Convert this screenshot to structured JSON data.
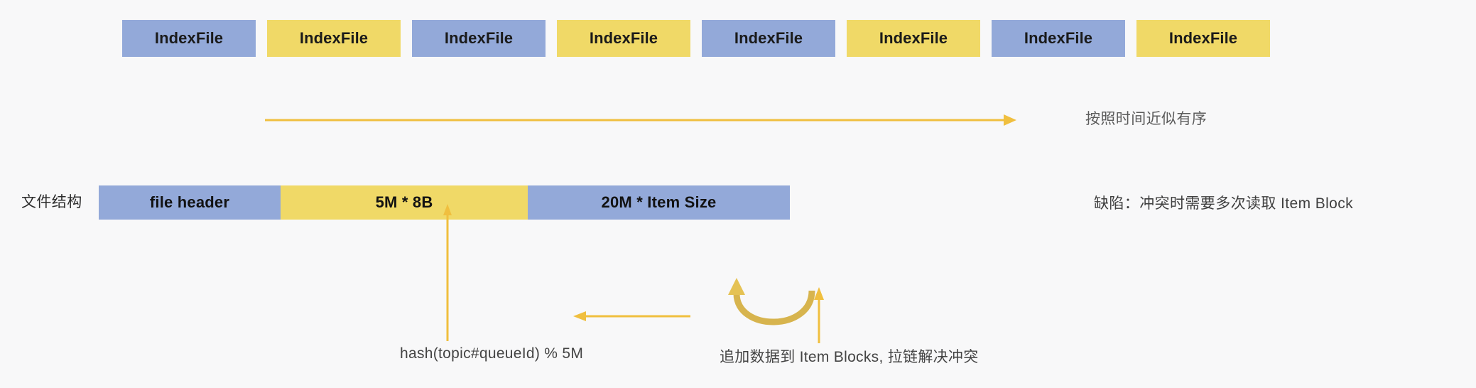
{
  "colors": {
    "blue": "#93a9d9",
    "yellow": "#f0d967",
    "arrow": "#f0bf3f",
    "background": "#f8f8f9",
    "text_dark": "#1a1a1a",
    "text_gray": "#5c5c5c"
  },
  "index_row": {
    "boxes": [
      {
        "label": "IndexFile",
        "color": "blue"
      },
      {
        "label": "IndexFile",
        "color": "yellow"
      },
      {
        "label": "IndexFile",
        "color": "blue"
      },
      {
        "label": "IndexFile",
        "color": "yellow"
      },
      {
        "label": "IndexFile",
        "color": "blue"
      },
      {
        "label": "IndexFile",
        "color": "yellow"
      },
      {
        "label": "IndexFile",
        "color": "blue"
      },
      {
        "label": "IndexFile",
        "color": "yellow"
      }
    ]
  },
  "time_order": {
    "caption": "按照时间近似有序"
  },
  "file_structure": {
    "label": "文件结构",
    "segments": [
      {
        "label": "file header",
        "color": "blue"
      },
      {
        "label": "5M * 8B",
        "color": "yellow"
      },
      {
        "label": "20M * Item Size",
        "color": "blue"
      }
    ],
    "defect_note": "缺陷：冲突时需要多次读取 Item Block"
  },
  "annotations": {
    "hash": "hash(topic#queueId) % 5M",
    "append": "追加数据到 Item Blocks, 拉链解决冲突"
  }
}
